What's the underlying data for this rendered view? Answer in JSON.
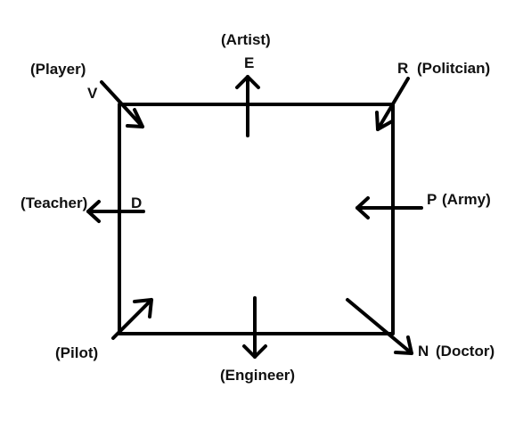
{
  "colors": {
    "line": "#000000",
    "text": "#111111",
    "background": "#ffffff"
  },
  "persons": {
    "artist": {
      "letter": "E",
      "role": "(Artist)"
    },
    "player": {
      "letter": "V",
      "role": "(Player)"
    },
    "politician": {
      "letter": "R",
      "role": "(Politcian)"
    },
    "teacher": {
      "letter": "D",
      "role": "(Teacher)"
    },
    "army": {
      "letter": "P",
      "role": "(Army)"
    },
    "pilot": {
      "role": "(Pilot)"
    },
    "engineer": {
      "role": "(Engineer)"
    },
    "doctor": {
      "letter": "N",
      "role": "(Doctor)"
    }
  }
}
